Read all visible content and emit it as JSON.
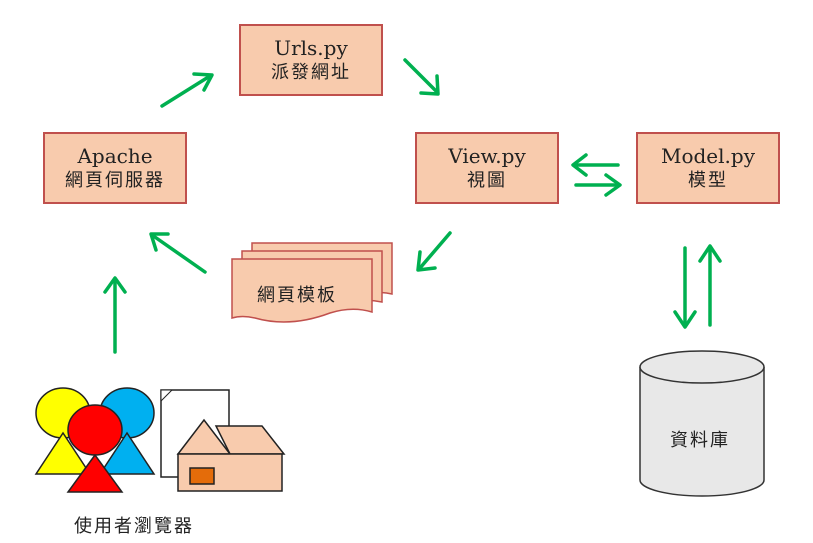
{
  "nodes": {
    "urls": {
      "name": "Urls.py",
      "desc": "派發網址"
    },
    "apache": {
      "name": "Apache",
      "desc": "網頁伺服器"
    },
    "view": {
      "name": "View.py",
      "desc": "視圖"
    },
    "model": {
      "name": "Model.py",
      "desc": "模型"
    },
    "templates": {
      "label": "網頁模板"
    },
    "database": {
      "label": "資料庫"
    },
    "browser": {
      "label": "使用者瀏覽器"
    }
  },
  "colors": {
    "box_fill": "#f8cbad",
    "box_border": "#c0504d",
    "arrow": "#00b050",
    "db_fill": "#e8e8e8"
  }
}
